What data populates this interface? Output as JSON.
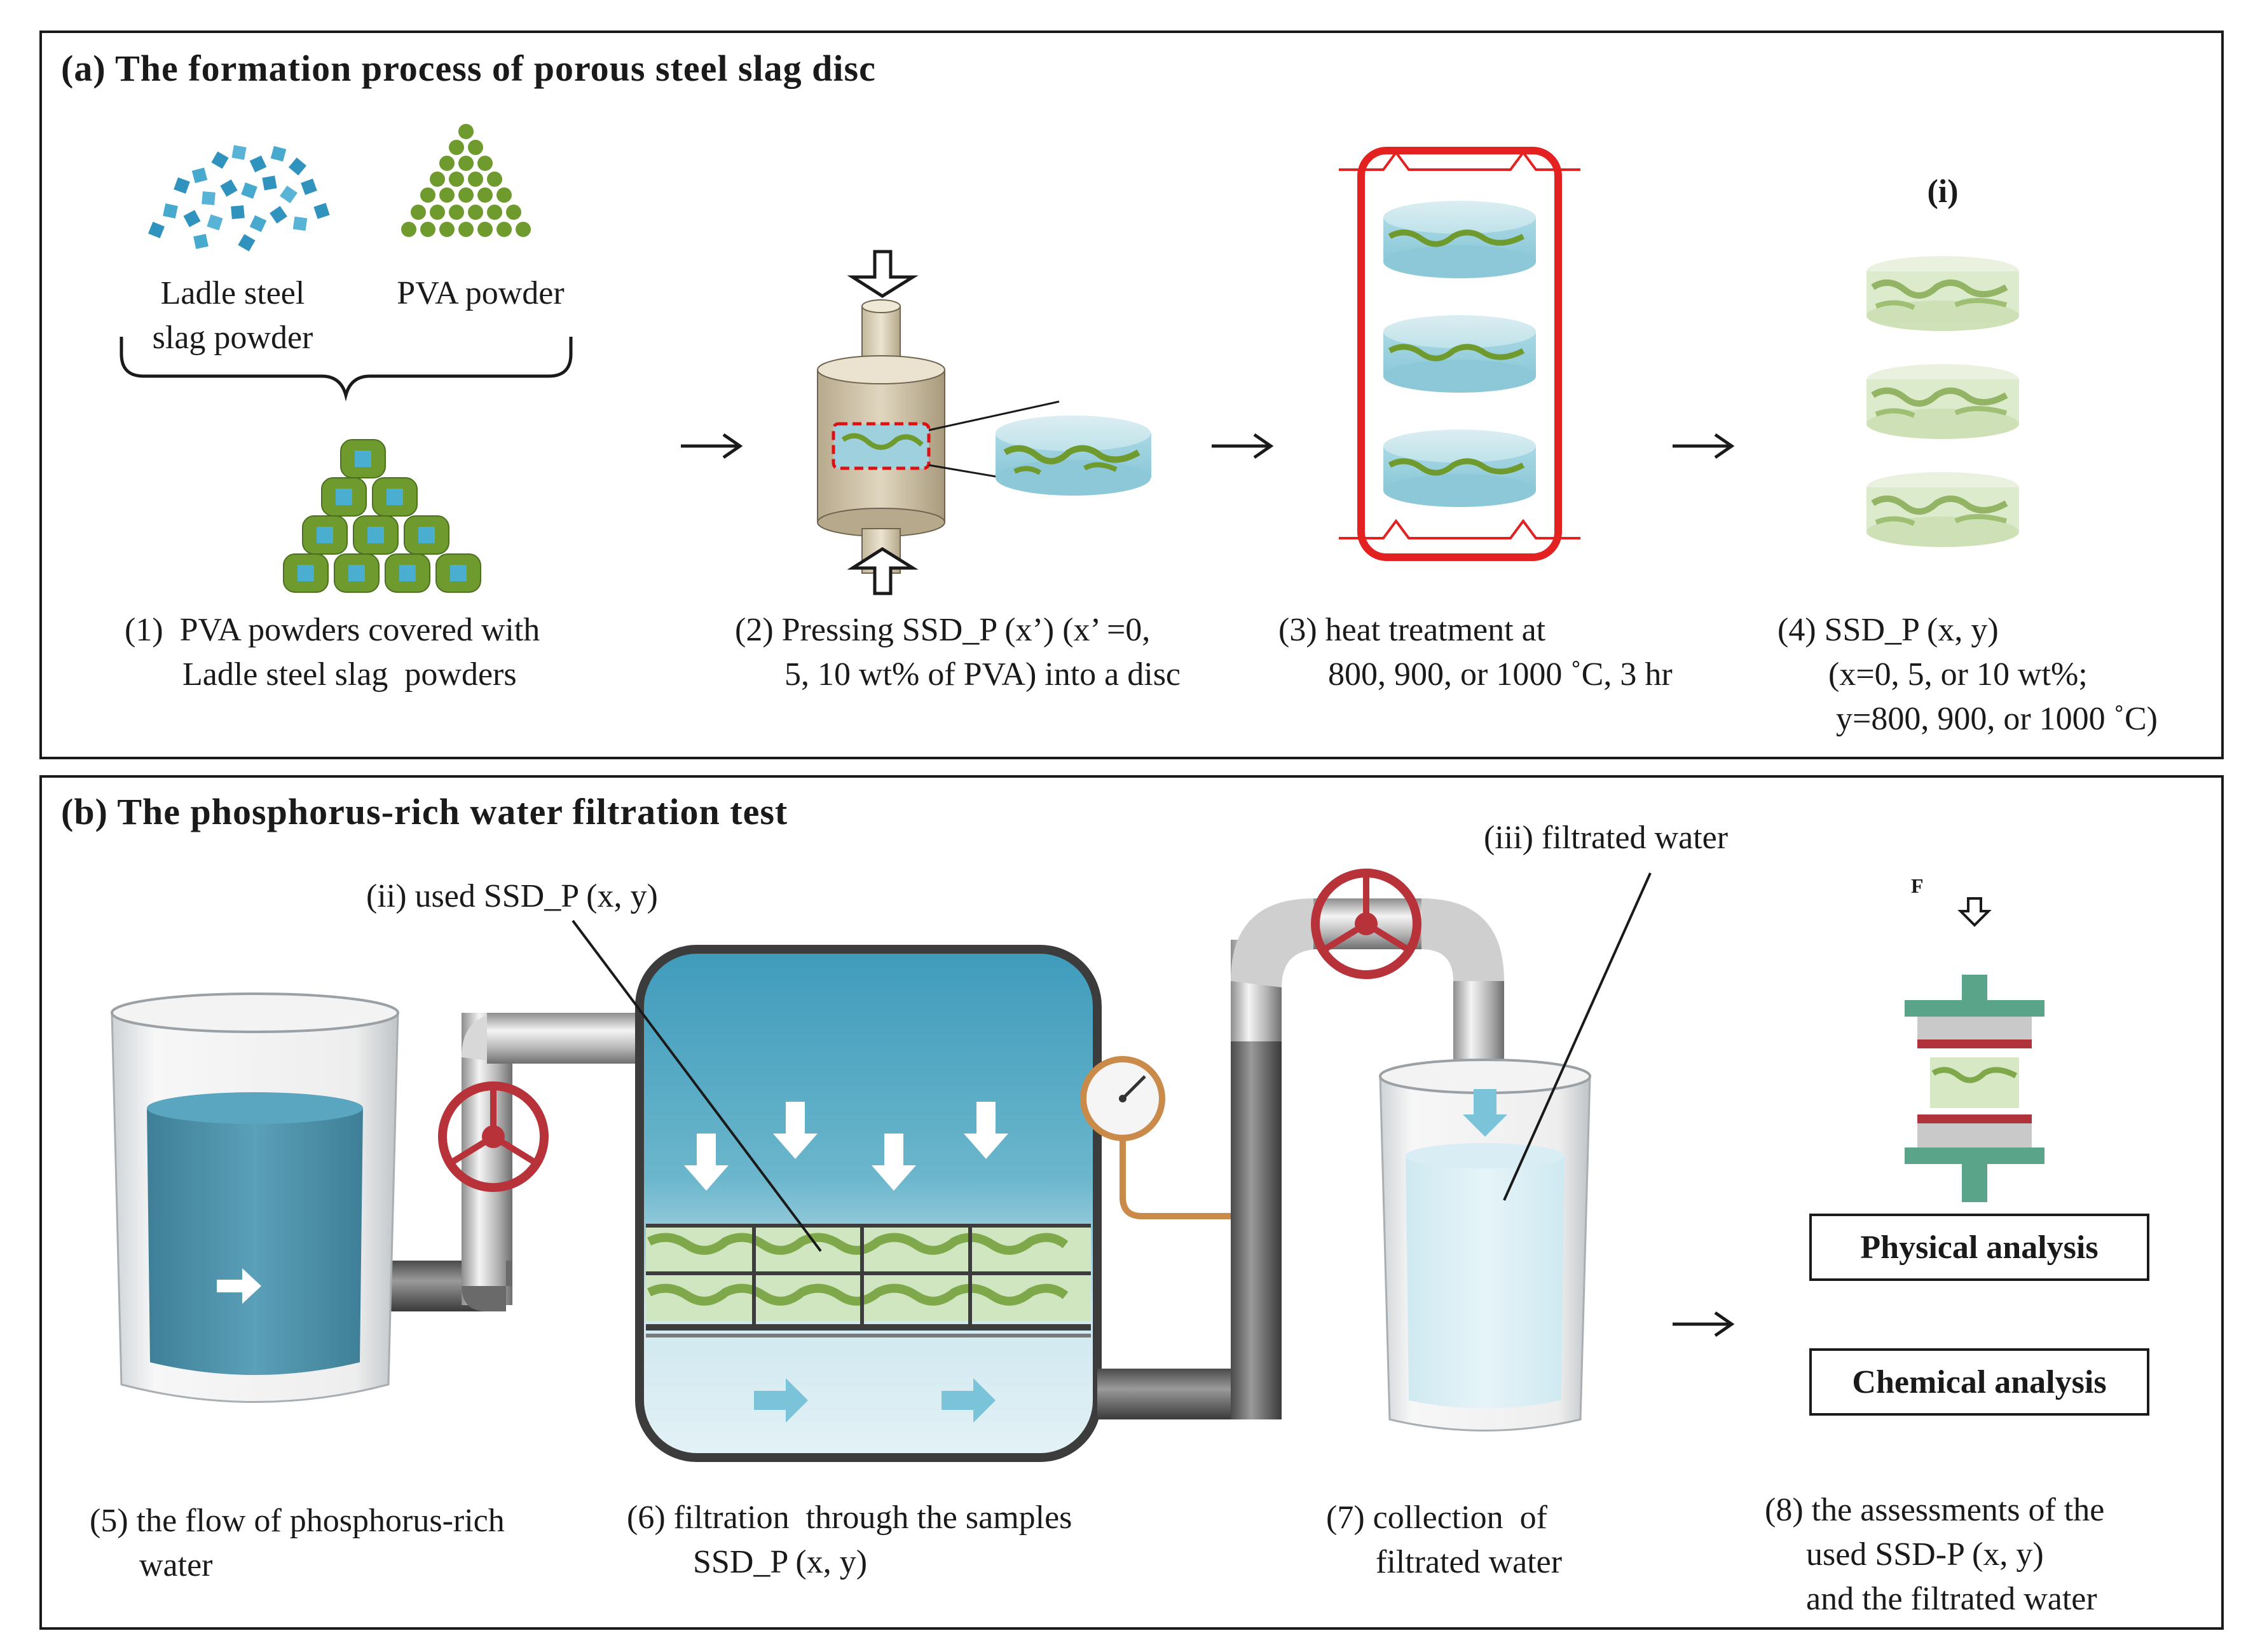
{
  "panel_a": {
    "title": "(a) The formation process of porous steel slag disc",
    "ladle_label": "Ladle steel\nslag powder",
    "pva_label": "PVA powder",
    "step1": "(1)  PVA powders covered with\n       Ladle steel slag  powders",
    "step2": "(2) Pressing SSD_P (x’) (x’ =0,\n      5, 10 wt% of PVA) into a disc",
    "step3": "(3) heat treatment at\n      800, 900, or 1000 ˚C, 3 hr",
    "marker_i": "(i)",
    "step4_line1": "(4) SSD_P (x, y)",
    "step4_line2": "(x=0, 5, or 10 wt%;",
    "step4_line3": "y=800, 900, or 1000 ˚C)"
  },
  "panel_b": {
    "title": "(b) The phosphorus-rich water filtration test",
    "callout_ii": "(ii) used SSD_P (x, y)",
    "callout_iii": "(iii) filtrated water",
    "force_label": "F",
    "physical_box": "Physical analysis",
    "chemical_box": "Chemical analysis",
    "step5": "(5) the flow of phosphorus-rich\n      water",
    "step6": "(6) filtration  through the samples\n        SSD_P (x, y)",
    "step7": "(7) collection  of\n      filtrated water",
    "step8": "(8) the assessments of the\n     used SSD-P (x, y)\n     and the filtrated water"
  },
  "colors": {
    "ladle_blue": "#3aa0c8",
    "pva_green": "#6f9a2e",
    "furnace_red": "#e32121",
    "water_blue": "#4f95ad",
    "tank_blue": "#4aa6c2",
    "valve_red": "#b8323a",
    "clamp_green": "#5aa48a"
  }
}
